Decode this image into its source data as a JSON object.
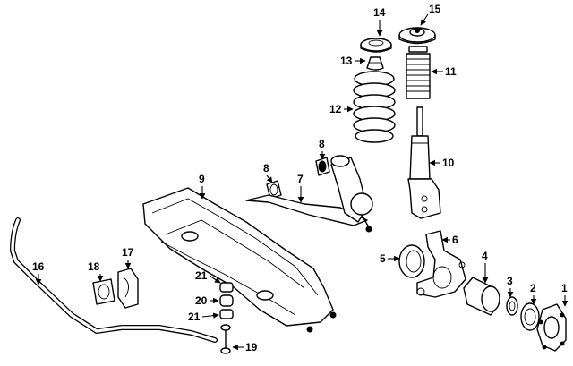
{
  "callouts": [
    {
      "id": "c1",
      "label": "1"
    },
    {
      "id": "c2",
      "label": "2"
    },
    {
      "id": "c3",
      "label": "3"
    },
    {
      "id": "c4",
      "label": "4"
    },
    {
      "id": "c5",
      "label": "5"
    },
    {
      "id": "c6",
      "label": "6"
    },
    {
      "id": "c7",
      "label": "7"
    },
    {
      "id": "c8a",
      "label": "8"
    },
    {
      "id": "c8b",
      "label": "8"
    },
    {
      "id": "c9",
      "label": "9"
    },
    {
      "id": "c10",
      "label": "10"
    },
    {
      "id": "c11",
      "label": "11"
    },
    {
      "id": "c12",
      "label": "12"
    },
    {
      "id": "c13",
      "label": "13"
    },
    {
      "id": "c14",
      "label": "14"
    },
    {
      "id": "c15",
      "label": "15"
    },
    {
      "id": "c16",
      "label": "16"
    },
    {
      "id": "c17",
      "label": "17"
    },
    {
      "id": "c18",
      "label": "18"
    },
    {
      "id": "c19",
      "label": "19"
    },
    {
      "id": "c20",
      "label": "20"
    },
    {
      "id": "c21a",
      "label": "21"
    },
    {
      "id": "c21b",
      "label": "21"
    }
  ]
}
